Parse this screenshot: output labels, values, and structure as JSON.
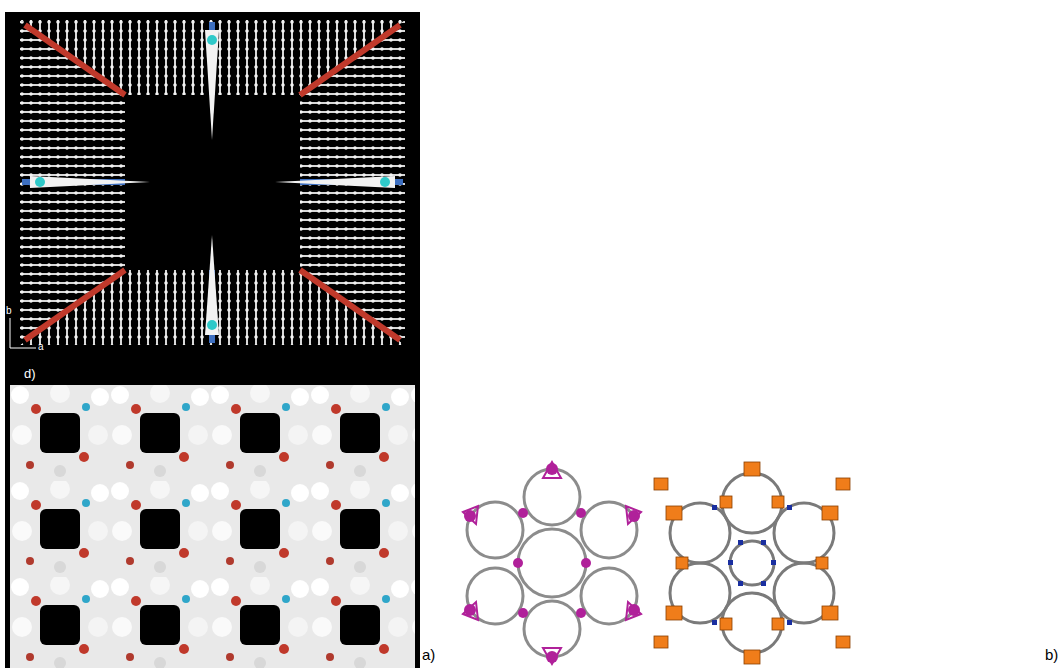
{
  "diagram": {
    "labels": [
      "a)",
      "b)",
      "d)",
      "b",
      "a"
    ]
  }
}
